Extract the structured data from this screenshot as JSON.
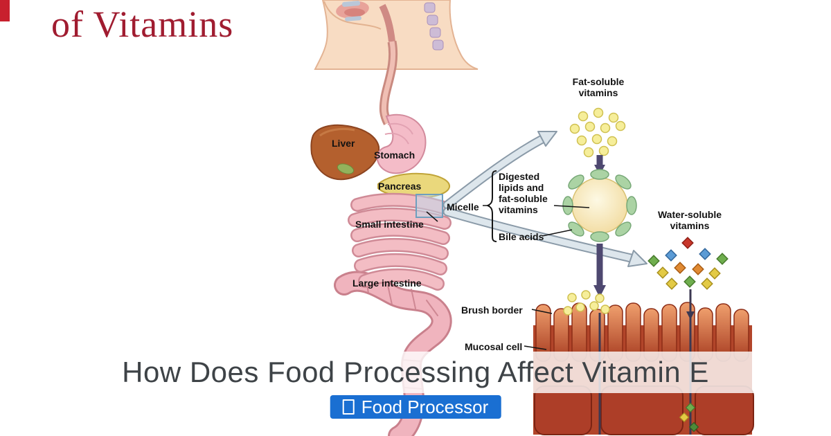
{
  "headline": {
    "title": "How Does Food Processing Affect Vitamin E"
  },
  "badge": {
    "label": "Food Processor"
  },
  "watermark": {
    "text": "of Vitamins"
  },
  "diagram": {
    "labels": {
      "liver": "Liver",
      "stomach": "Stomach",
      "pancreas": "Pancreas",
      "small_intestine": "Small intestine",
      "large_intestine": "Large intestine",
      "fat_soluble_vitamins": "Fat-soluble vitamins",
      "digested_lipids": "Digested lipids and fat-soluble vitamins",
      "bile_acids": "Bile acids",
      "micelle": "Micelle",
      "water_soluble_vitamins": "Water-soluble vitamins",
      "brush_border": "Brush border",
      "mucosal_cell": "Mucosal cell"
    }
  },
  "colors": {
    "badge_blue": "#1a6fd2",
    "headline_gray": "#3e4347",
    "watermark_red": "#a01c30",
    "corner_red": "#c8202e",
    "arrow_purple": "#4e4870",
    "villi_orange": "#c65a32",
    "micelle_cream": "#f6e6b4",
    "vitamin_yellow": "#f6ee9a"
  }
}
